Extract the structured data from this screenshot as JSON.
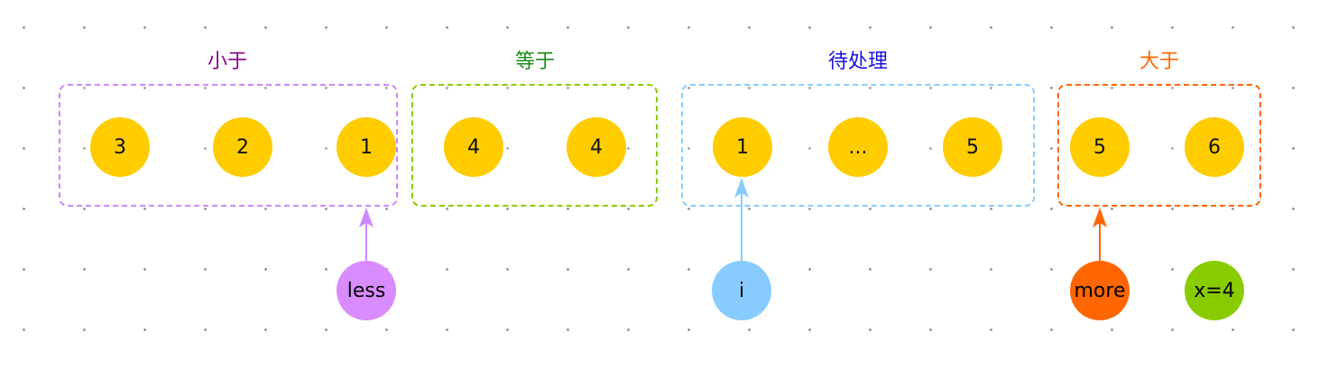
{
  "groups": {
    "less": {
      "title": "小于",
      "color": "#8b008b",
      "border": "#cc88ff",
      "values": [
        "3",
        "2",
        "1"
      ]
    },
    "equal": {
      "title": "等于",
      "color": "#1a8a1a",
      "border": "#88cc00",
      "values": [
        "4",
        "4"
      ]
    },
    "pending": {
      "title": "待处理",
      "color": "#1a10e0",
      "border": "#88ccff",
      "values": [
        "1",
        "...",
        "5"
      ]
    },
    "more": {
      "title": "大于",
      "color": "#ff6600",
      "border": "#ff6600",
      "values": [
        "5",
        "6"
      ]
    }
  },
  "pointers": {
    "less": {
      "label": "less",
      "color": "#d98cff"
    },
    "i": {
      "label": "i",
      "color": "#88ccff"
    },
    "more": {
      "label": "more",
      "color": "#ff6600"
    },
    "x": {
      "label": "x=4",
      "color": "#88cc00"
    }
  },
  "node_color": "#ffcc00"
}
